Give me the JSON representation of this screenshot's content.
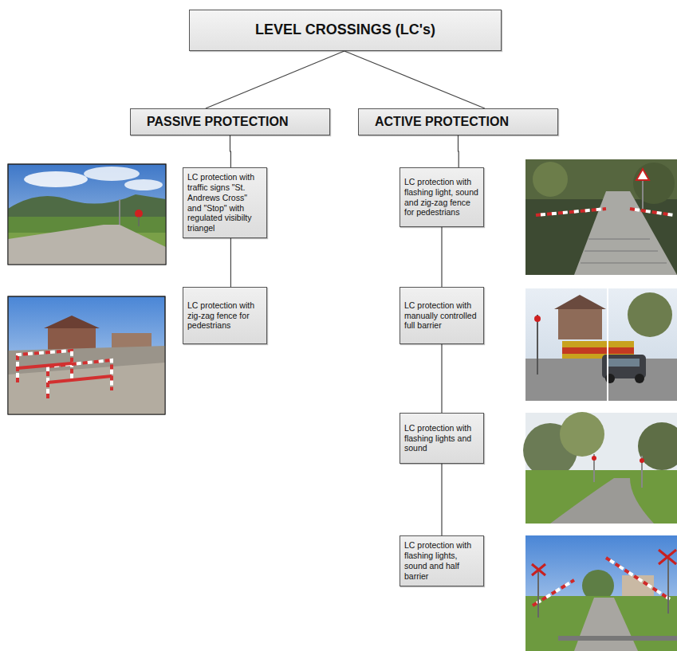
{
  "diagram": {
    "nodes": [
      {
        "text": [
          "LEVEL CROSSINGS (LC's)"
        ]
      },
      {
        "text": [
          "PASSIVE PROTECTION"
        ]
      },
      {
        "text": [
          "ACTIVE PROTECTION"
        ]
      },
      {
        "text": [
          "LC protection with traffic signs \"St. Andrews Cross\" and \"Stop\" with regulated visibilty triangel"
        ]
      },
      {
        "text": [
          "LC protection with zig-zag fence for pedestrians"
        ]
      },
      {
        "text": [
          "LC protection with flashing light, sound and zig-zag fence for pedestrians"
        ]
      },
      {
        "text": [
          "LC protection with manually controlled full barrier"
        ]
      },
      {
        "text": [
          "LC protection with flashing lights and sound"
        ]
      },
      {
        "text": [
          "LC protection with flashing lights, sound and half barrier"
        ]
      }
    ],
    "edges": [
      {
        "from": 0,
        "to": 1,
        "arrow": "none"
      },
      {
        "from": 0,
        "to": 2,
        "arrow": "none"
      },
      {
        "from": 1,
        "to": 3,
        "arrow": "none"
      },
      {
        "from": 3,
        "to": 4,
        "arrow": "none"
      },
      {
        "from": 2,
        "to": 5,
        "arrow": "none"
      },
      {
        "from": 5,
        "to": 6,
        "arrow": "none"
      },
      {
        "from": 6,
        "to": 7,
        "arrow": "none"
      },
      {
        "from": 7,
        "to": 8,
        "arrow": "none"
      }
    ]
  }
}
